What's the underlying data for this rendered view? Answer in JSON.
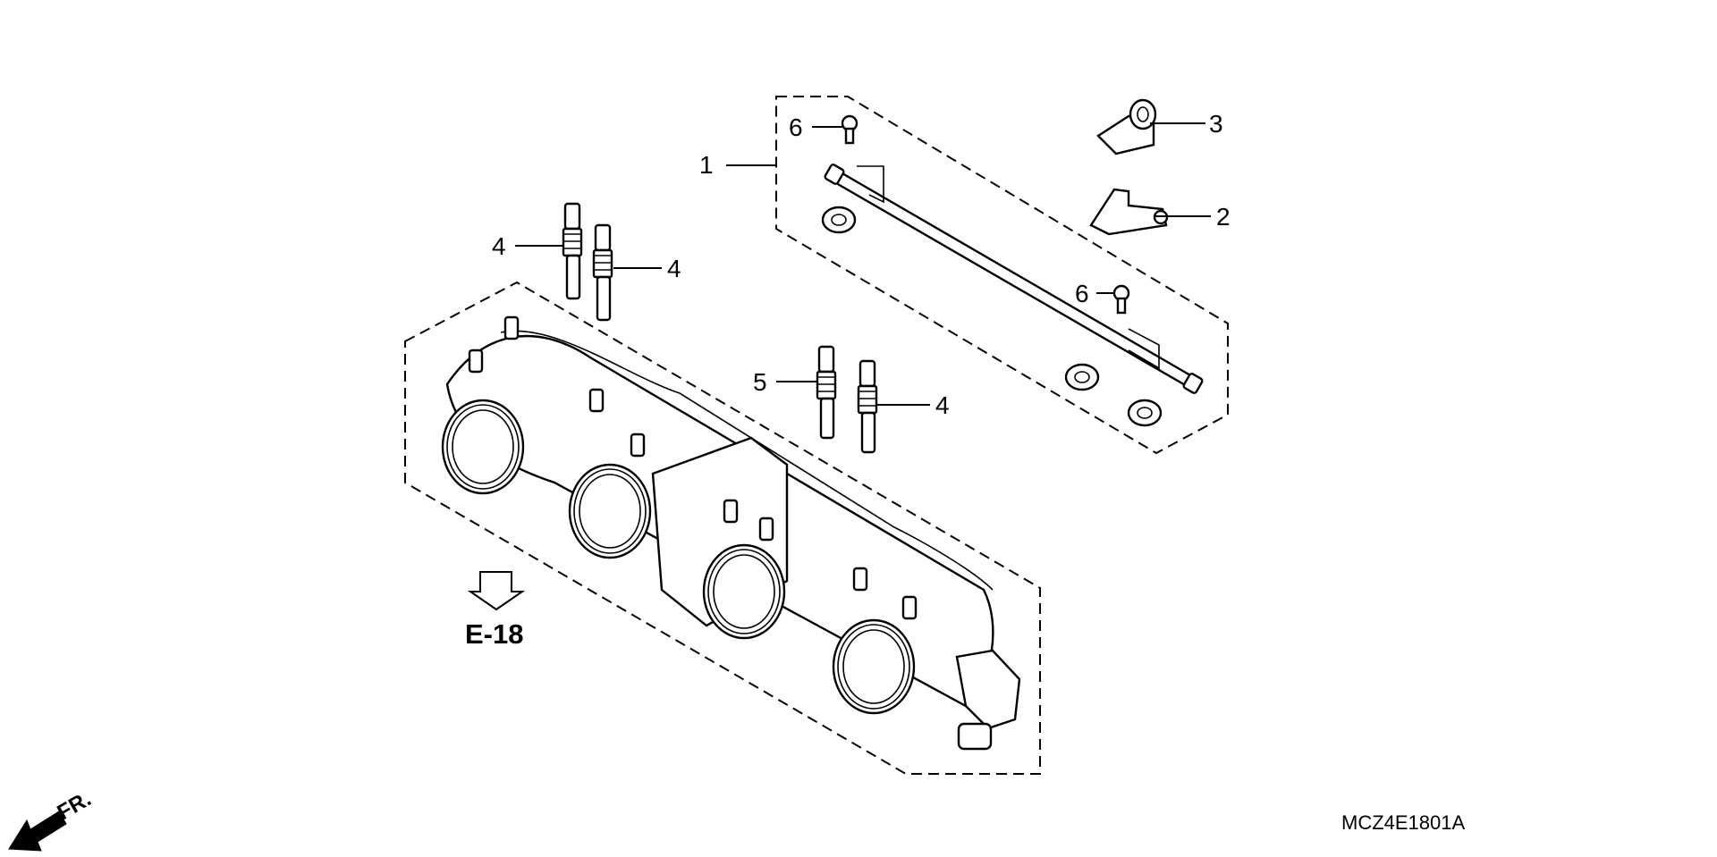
{
  "callouts": [
    {
      "id": "c1",
      "label": "1"
    },
    {
      "id": "c2",
      "label": "2"
    },
    {
      "id": "c3",
      "label": "3"
    },
    {
      "id": "c4a",
      "label": "4"
    },
    {
      "id": "c4b",
      "label": "4"
    },
    {
      "id": "c4c",
      "label": "4"
    },
    {
      "id": "c5",
      "label": "5"
    },
    {
      "id": "c6a",
      "label": "6"
    },
    {
      "id": "c6b",
      "label": "6"
    }
  ],
  "reference": {
    "label": "E-18",
    "icon": "hollow-down-arrow-icon"
  },
  "direction": {
    "label": "FR.",
    "icon": "front-direction-arrow-icon"
  },
  "diagram_code": "MCZ4E1801A"
}
